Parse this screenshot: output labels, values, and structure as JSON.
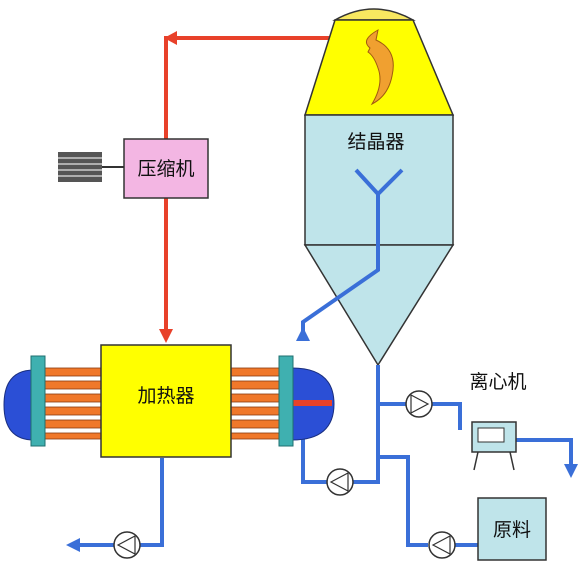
{
  "labels": {
    "compressor": "压缩机",
    "crystallizer": "结晶器",
    "heater": "加热器",
    "centrifuge": "离心机",
    "raw_material": "原料"
  },
  "colors": {
    "steam_line": "#e8412a",
    "liquid_line": "#3a6fd8",
    "compressor_fill": "#f3b6e3",
    "heater_fill": "#ffff00",
    "crystallizer_top": "#ffff00",
    "crystallizer_body": "#bfe4ea",
    "tube_orange": "#f0782a",
    "head_blue": "#2b4fd6",
    "flange_teal": "#3fb0b0",
    "motor_gray": "#555555",
    "dome_yellow": "#f8e860",
    "arrow_orange": "#f0a030"
  },
  "icons": [
    "motor-icon",
    "pump-icon",
    "rotation-arrow-icon",
    "spray-nozzle-icon"
  ]
}
